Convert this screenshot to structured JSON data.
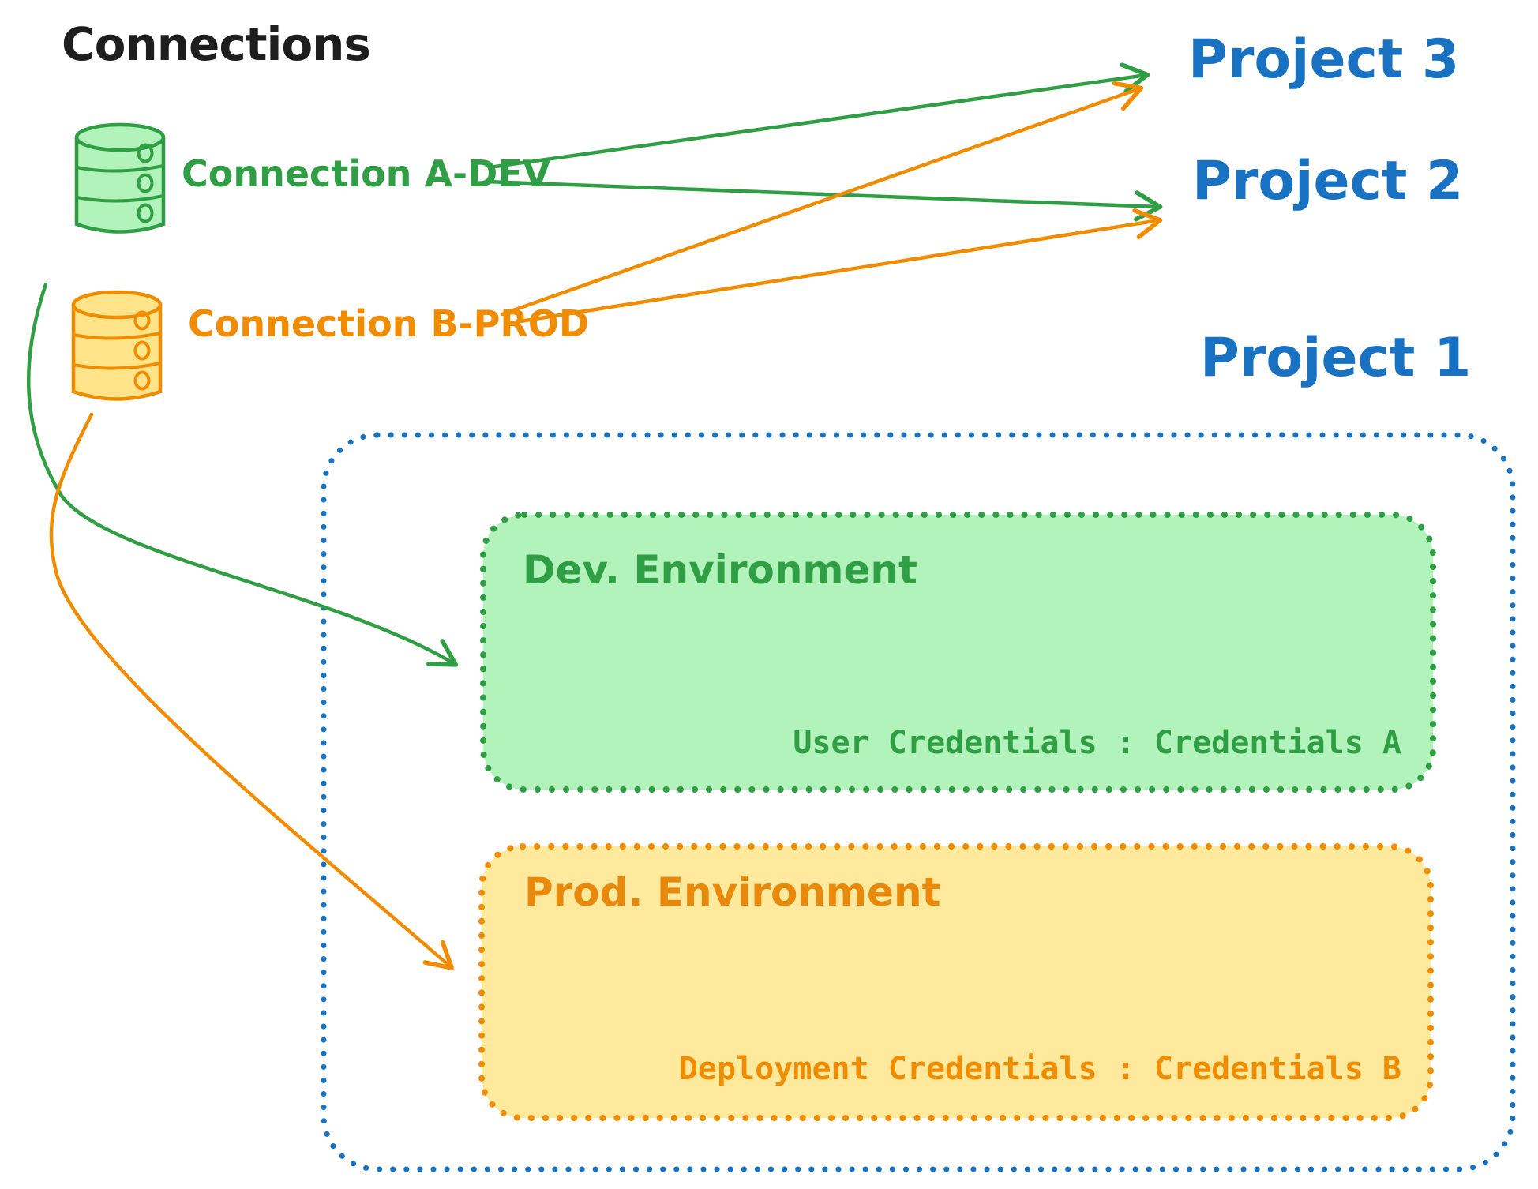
{
  "header": {
    "title": "Connections"
  },
  "colors": {
    "green": "#2f9e44",
    "green_fill": "#b2f2bb",
    "orange": "#f08c00",
    "orange_fill": "#ffe99d",
    "blue": "#1971c2",
    "ink": "#1e1e1e"
  },
  "connections": [
    {
      "label": "Connection A-DEV",
      "icon": "database-icon",
      "color": "#2f9e44"
    },
    {
      "label": "Connection B-PROD",
      "icon": "database-icon",
      "color": "#f08c00"
    }
  ],
  "projects": [
    {
      "label": "Project 3"
    },
    {
      "label": "Project 2"
    },
    {
      "label": "Project 1"
    }
  ],
  "project1": {
    "environments": [
      {
        "title": "Dev. Environment",
        "credentials": "User Credentials : Credentials A"
      },
      {
        "title": "Prod. Environment",
        "credentials": "Deployment Credentials : Credentials B"
      }
    ]
  },
  "edges": [
    {
      "from": "Connection A-DEV",
      "to": "Project 3",
      "color": "#2f9e44"
    },
    {
      "from": "Connection A-DEV",
      "to": "Project 2",
      "color": "#2f9e44"
    },
    {
      "from": "Connection B-PROD",
      "to": "Project 3",
      "color": "#f08c00"
    },
    {
      "from": "Connection B-PROD",
      "to": "Project 2",
      "color": "#f08c00"
    },
    {
      "from": "Connection A-DEV",
      "to": "Dev. Environment",
      "color": "#2f9e44"
    },
    {
      "from": "Connection B-PROD",
      "to": "Prod. Environment",
      "color": "#f08c00"
    }
  ]
}
